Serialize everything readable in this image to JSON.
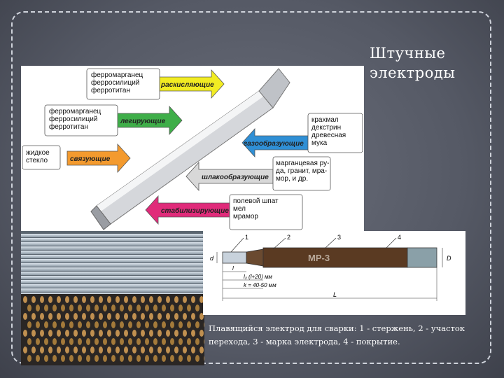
{
  "slide": {
    "title_line1": "Штучные",
    "title_line2": "электроды",
    "caption": "Плавящийся электрод для сварки: 1 - стержень, 2 - участок перехода, 3 - марка электрода, 4 - покрытие."
  },
  "diagram": {
    "groups": [
      {
        "materials": [
          "ферромарганец",
          "ферросилиций",
          "ферротитан"
        ],
        "function": "раскисляющие",
        "color": "#f2ec22"
      },
      {
        "materials": [
          "ферромарганец",
          "ферросилиций",
          "ферротитан"
        ],
        "function": "легирующие",
        "color": "#3fae49"
      },
      {
        "materials": [
          "жидкое",
          "стекло"
        ],
        "function": "связующие",
        "color": "#f39a2e"
      },
      {
        "materials": [
          "крахмал",
          "декстрин",
          "древесная",
          "мука"
        ],
        "function": "газообразующие",
        "color": "#2f8fd5"
      },
      {
        "materials": [
          "марганцевая ру-",
          "да, гранит, мра-",
          "мор, и др."
        ],
        "function": "шлакообразующие",
        "color": "#cfcfcf"
      },
      {
        "materials": [
          "полевой шпат",
          "мел",
          "мрамор"
        ],
        "function": "стабилизирующие",
        "color": "#e02b7a"
      }
    ]
  },
  "drawing": {
    "marking": "МР-3",
    "callouts": [
      "1",
      "2",
      "3",
      "4"
    ],
    "dim_d": "d",
    "dim_D": "D",
    "dim_l": "l",
    "dim_lc": "l₂ (l+20) мм",
    "dim_k": "k = 40-50 мм",
    "dim_L": "L"
  },
  "colors": {
    "slide_bg": "#5a5e6a",
    "coating": "#5a3a22",
    "rod": "#c8d2dc"
  }
}
